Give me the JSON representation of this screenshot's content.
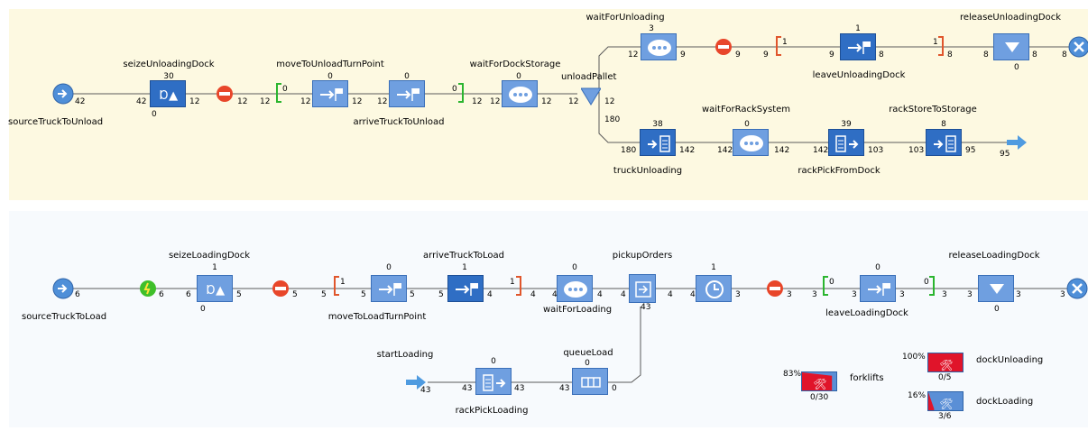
{
  "top": {
    "source": {
      "label": "sourceTruckToUnload",
      "out": "42"
    },
    "seize": {
      "label": "seizeUnloadingDock",
      "count": "30",
      "in": "42",
      "out": "12",
      "bottom": "0"
    },
    "hold1": {
      "out": "12"
    },
    "move": {
      "label": "moveToUnloadTurnPoint",
      "in_left": "12",
      "bracket": "0",
      "count": "0",
      "in": "12",
      "out": "12"
    },
    "arrive": {
      "label": "arriveTruckToUnload",
      "count": "0",
      "in": "12",
      "out": "0"
    },
    "waitDock": {
      "label": "waitForDockStorage",
      "count": "0",
      "in_left": "12",
      "in": "12",
      "out": "12"
    },
    "unload": {
      "label": "unloadPallet",
      "in": "12",
      "out_top": "12",
      "out_bottom": "180"
    },
    "waitUnloading": {
      "label": "waitForUnloading",
      "count": "3",
      "in": "12",
      "out": "9"
    },
    "hold2": {
      "out": "9"
    },
    "leave": {
      "label": "leaveUnloadingDock",
      "in_left": "9",
      "bracket": "1",
      "count": "1",
      "in": "9",
      "out": "8"
    },
    "leaveSmall": {
      "label": "1",
      "out": "8"
    },
    "release": {
      "label": "releaseUnloadingDock",
      "in": "8",
      "out": "8",
      "bottom": "0"
    },
    "sink": {
      "in": "8"
    },
    "truckUnloading": {
      "label": "truckUnloading",
      "count": "38",
      "in": "180",
      "out": "142"
    },
    "waitRack": {
      "label": "waitForRackSystem",
      "count": "0",
      "in": "142",
      "out": "142"
    },
    "rackPick": {
      "label": "rackPickFromDock",
      "count": "39",
      "in": "142",
      "out": "103"
    },
    "rackStore": {
      "label": "rackStoreToStorage",
      "count": "8",
      "in": "103",
      "out": "95"
    },
    "exit": {
      "count": "95"
    }
  },
  "bottom": {
    "source": {
      "label": "sourceTruckToLoad",
      "out": "6"
    },
    "green": {
      "out": "6"
    },
    "seize": {
      "label": "seizeLoadingDock",
      "count": "1",
      "in": "6",
      "out": "5",
      "bottom": "0"
    },
    "hold1": {
      "out": "5"
    },
    "move": {
      "label": "moveToLoadTurnPoint",
      "in_left": "5",
      "bracket": "1",
      "count": "0",
      "in": "5",
      "out": "5"
    },
    "arrive": {
      "label": "arriveTruckToLoad",
      "count": "1",
      "in": "5",
      "out": "4"
    },
    "bracket2": {
      "label": "1",
      "out": "4"
    },
    "waitLoading": {
      "label": "waitForLoading",
      "count": "0",
      "in": "4",
      "out": "4"
    },
    "pickup": {
      "label": "pickupOrders",
      "in": "4",
      "out": "4",
      "bottom": "43"
    },
    "delay": {
      "count": "1",
      "in": "4",
      "out": "3"
    },
    "hold2": {
      "out": "3"
    },
    "leave": {
      "label": "leaveLoadingDock",
      "in_left": "3",
      "bracket": "0",
      "count": "0",
      "in": "3",
      "out": "3"
    },
    "leaveSmall": {
      "label": "0",
      "out": "3"
    },
    "release": {
      "label": "releaseLoadingDock",
      "in": "3",
      "out": "3",
      "bottom": "0"
    },
    "sink": {
      "in": "3"
    },
    "start": {
      "label": "startLoading",
      "out": "43"
    },
    "rackPickLoading": {
      "label": "rackPickLoading",
      "count": "0",
      "in": "43",
      "out": "43"
    },
    "queue": {
      "label": "queueLoad",
      "count": "0",
      "in": "43",
      "out": "0"
    }
  },
  "resources": {
    "forklifts": {
      "label": "forklifts",
      "pct": "83%",
      "util": 0.83,
      "capacity": "0/30"
    },
    "dockUnloading": {
      "label": "dockUnloading",
      "pct": "100%",
      "util": 1.0,
      "capacity": "0/5"
    },
    "dockLoading": {
      "label": "dockLoading",
      "pct": "16%",
      "util": 0.16,
      "capacity": "3/6"
    }
  },
  "colors": {
    "dark_block": "#2f6ec4",
    "light_block": "#6f9fe0",
    "port": "#e58a16",
    "hold": "#e8462a",
    "bracket_in": "#e0562c",
    "bracket_out": "#2bb52f",
    "source": "#4f8fd8",
    "util_red": "#e0142a"
  }
}
